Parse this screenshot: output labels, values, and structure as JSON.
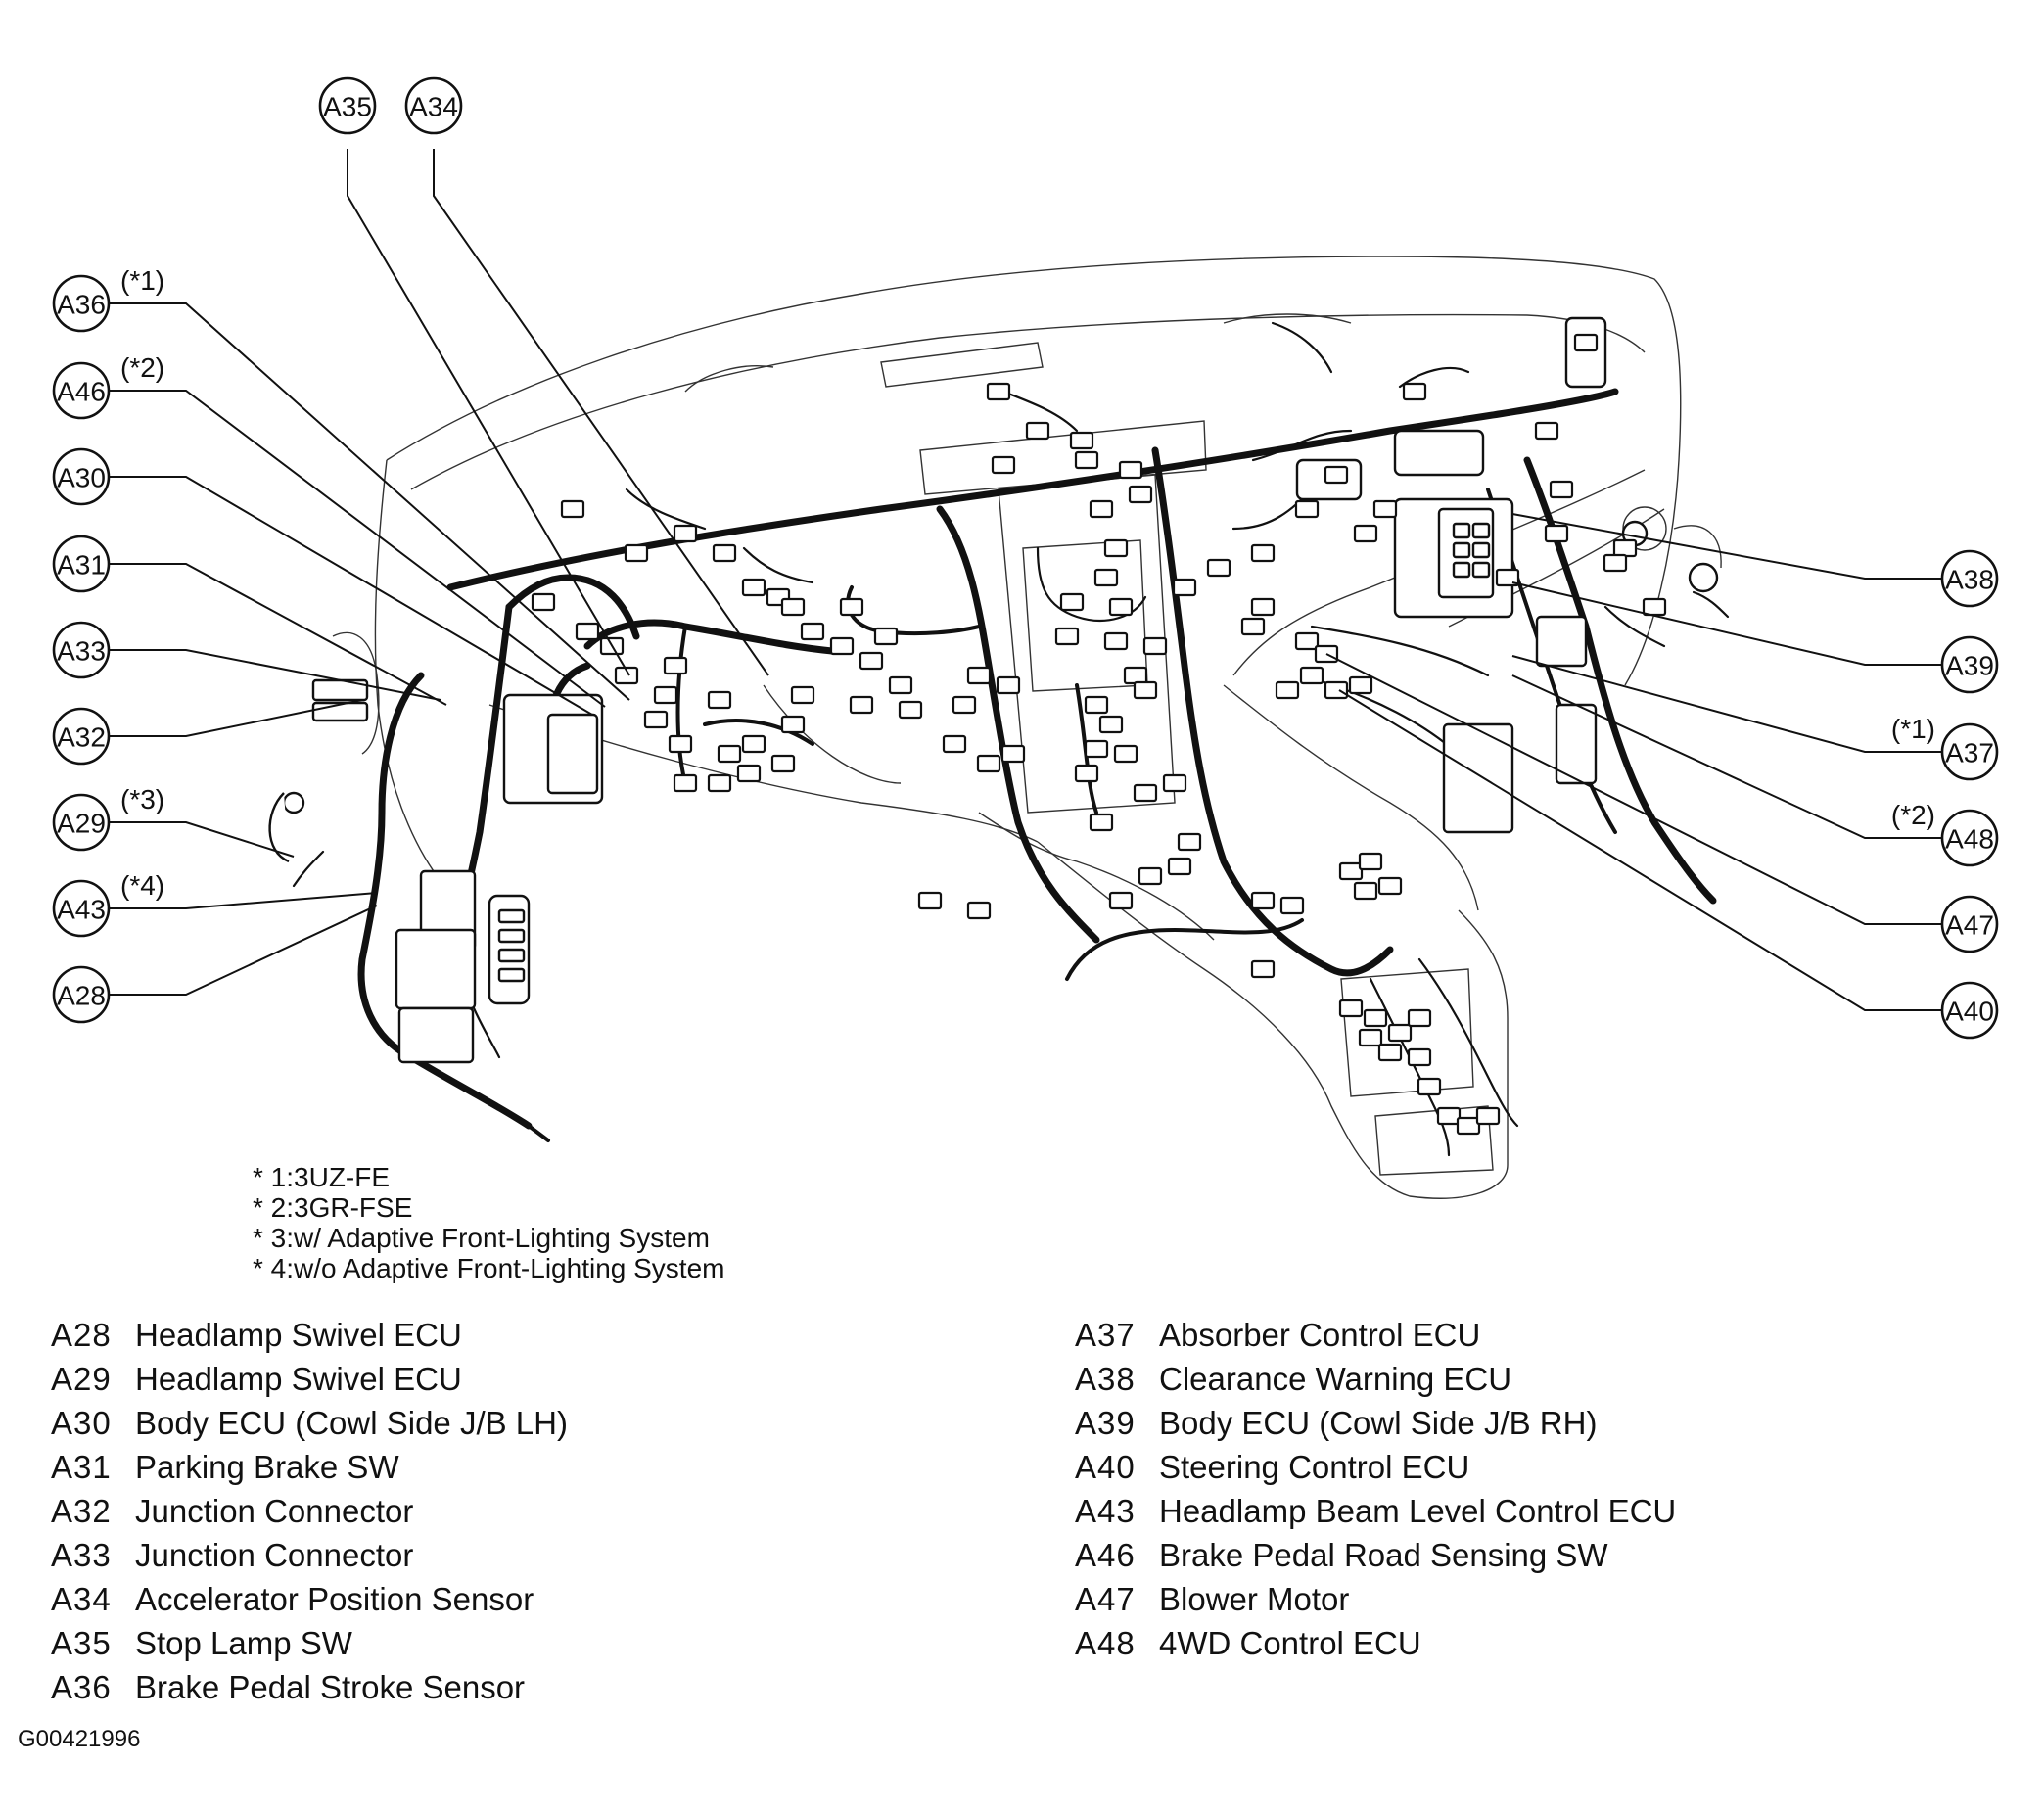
{
  "callouts": {
    "A35": "A35",
    "A34": "A34",
    "A36": "A36",
    "A46": "A46",
    "A30": "A30",
    "A31": "A31",
    "A33": "A33",
    "A32": "A32",
    "A29": "A29",
    "A43": "A43",
    "A28": "A28",
    "A38": "A38",
    "A39": "A39",
    "A37": "A37",
    "A48": "A48",
    "A47": "A47",
    "A40": "A40"
  },
  "variant_marks": {
    "A36": "(*1)",
    "A46": "(*2)",
    "A29": "(*3)",
    "A43": "(*4)",
    "A37": "(*1)",
    "A48": "(*2)"
  },
  "notes": [
    "* 1:3UZ-FE",
    "* 2:3GR-FSE",
    "* 3:w/ Adaptive Front-Lighting System",
    "* 4:w/o Adaptive Front-Lighting System"
  ],
  "legend_left": [
    {
      "code": "A28",
      "name": "Headlamp Swivel ECU"
    },
    {
      "code": "A29",
      "name": "Headlamp Swivel ECU"
    },
    {
      "code": "A30",
      "name": "Body ECU (Cowl Side J/B LH)"
    },
    {
      "code": "A31",
      "name": "Parking Brake SW"
    },
    {
      "code": "A32",
      "name": "Junction Connector"
    },
    {
      "code": "A33",
      "name": "Junction Connector"
    },
    {
      "code": "A34",
      "name": "Accelerator Position Sensor"
    },
    {
      "code": "A35",
      "name": "Stop Lamp SW"
    },
    {
      "code": "A36",
      "name": "Brake Pedal Stroke Sensor"
    }
  ],
  "legend_right": [
    {
      "code": "A37",
      "name": "Absorber Control ECU"
    },
    {
      "code": "A38",
      "name": "Clearance Warning ECU"
    },
    {
      "code": "A39",
      "name": "Body ECU (Cowl Side J/B RH)"
    },
    {
      "code": "A40",
      "name": "Steering Control ECU"
    },
    {
      "code": "A43",
      "name": "Headlamp Beam Level Control ECU"
    },
    {
      "code": "A46",
      "name": "Brake Pedal Road Sensing SW"
    },
    {
      "code": "A47",
      "name": "Blower Motor"
    },
    {
      "code": "A48",
      "name": "4WD Control ECU"
    }
  ],
  "figure_id": "G00421996"
}
